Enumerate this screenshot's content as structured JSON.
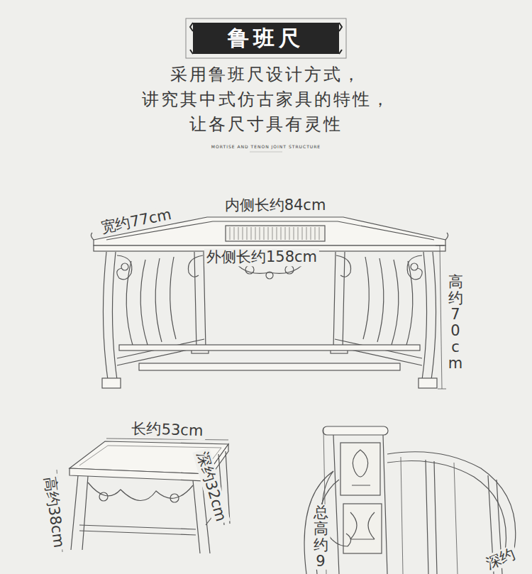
{
  "diagram": {
    "title": "鲁班尺",
    "labels": [
      "采用鲁班尺设计方式，",
      "讲究其中式仿古家具的特性，",
      "让各尺寸具有灵性",
      "MORTISE AND TENON JOINT STRUCTURE",
      "宽约77cm",
      "内侧长约84cm",
      "外侧长约158cm",
      "高约70cm",
      "长约53cm",
      "深约32cm",
      "高约38cm",
      "总高约9",
      "深约"
    ]
  }
}
